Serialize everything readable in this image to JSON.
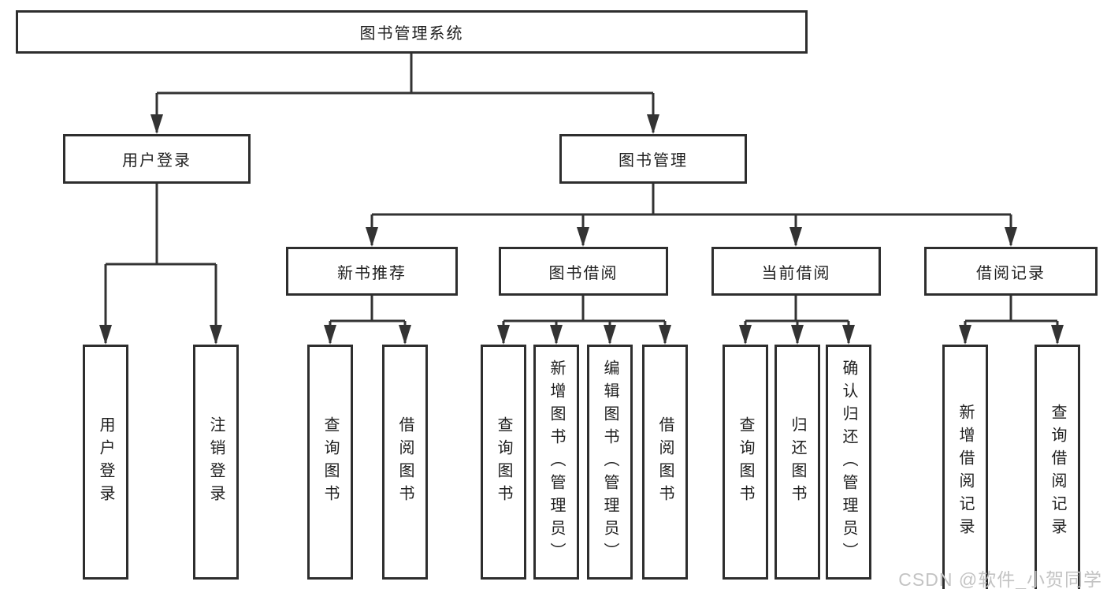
{
  "tree": {
    "root": {
      "label": "图书管理系统"
    },
    "user_login": {
      "label": "用户登录",
      "children": [
        {
          "label": "用户登录"
        },
        {
          "label": "注销登录"
        }
      ]
    },
    "book_management": {
      "label": "图书管理",
      "groups": [
        {
          "label": "新书推荐",
          "children": [
            {
              "label": "查询图书"
            },
            {
              "label": "借阅图书"
            }
          ]
        },
        {
          "label": "图书借阅",
          "children": [
            {
              "label": "查询图书"
            },
            {
              "label": "新增图书（管理员）"
            },
            {
              "label": "编辑图书（管理员）"
            },
            {
              "label": "借阅图书"
            }
          ]
        },
        {
          "label": "当前借阅",
          "children": [
            {
              "label": "查询图书"
            },
            {
              "label": "归还图书"
            },
            {
              "label": "确认归还（管理员）"
            }
          ]
        },
        {
          "label": "借阅记录",
          "children": [
            {
              "label": "新增借阅记录"
            },
            {
              "label": "查询借阅记录"
            }
          ]
        }
      ]
    }
  },
  "watermark": {
    "text": "CSDN @软件_小贺同学"
  },
  "colors": {
    "line": "#333333",
    "box_border": "#2e2e2e",
    "box_background": "#ffffff",
    "text": "#1f1f1f",
    "watermark": "#c3c3c3",
    "background": "#ffffff"
  }
}
